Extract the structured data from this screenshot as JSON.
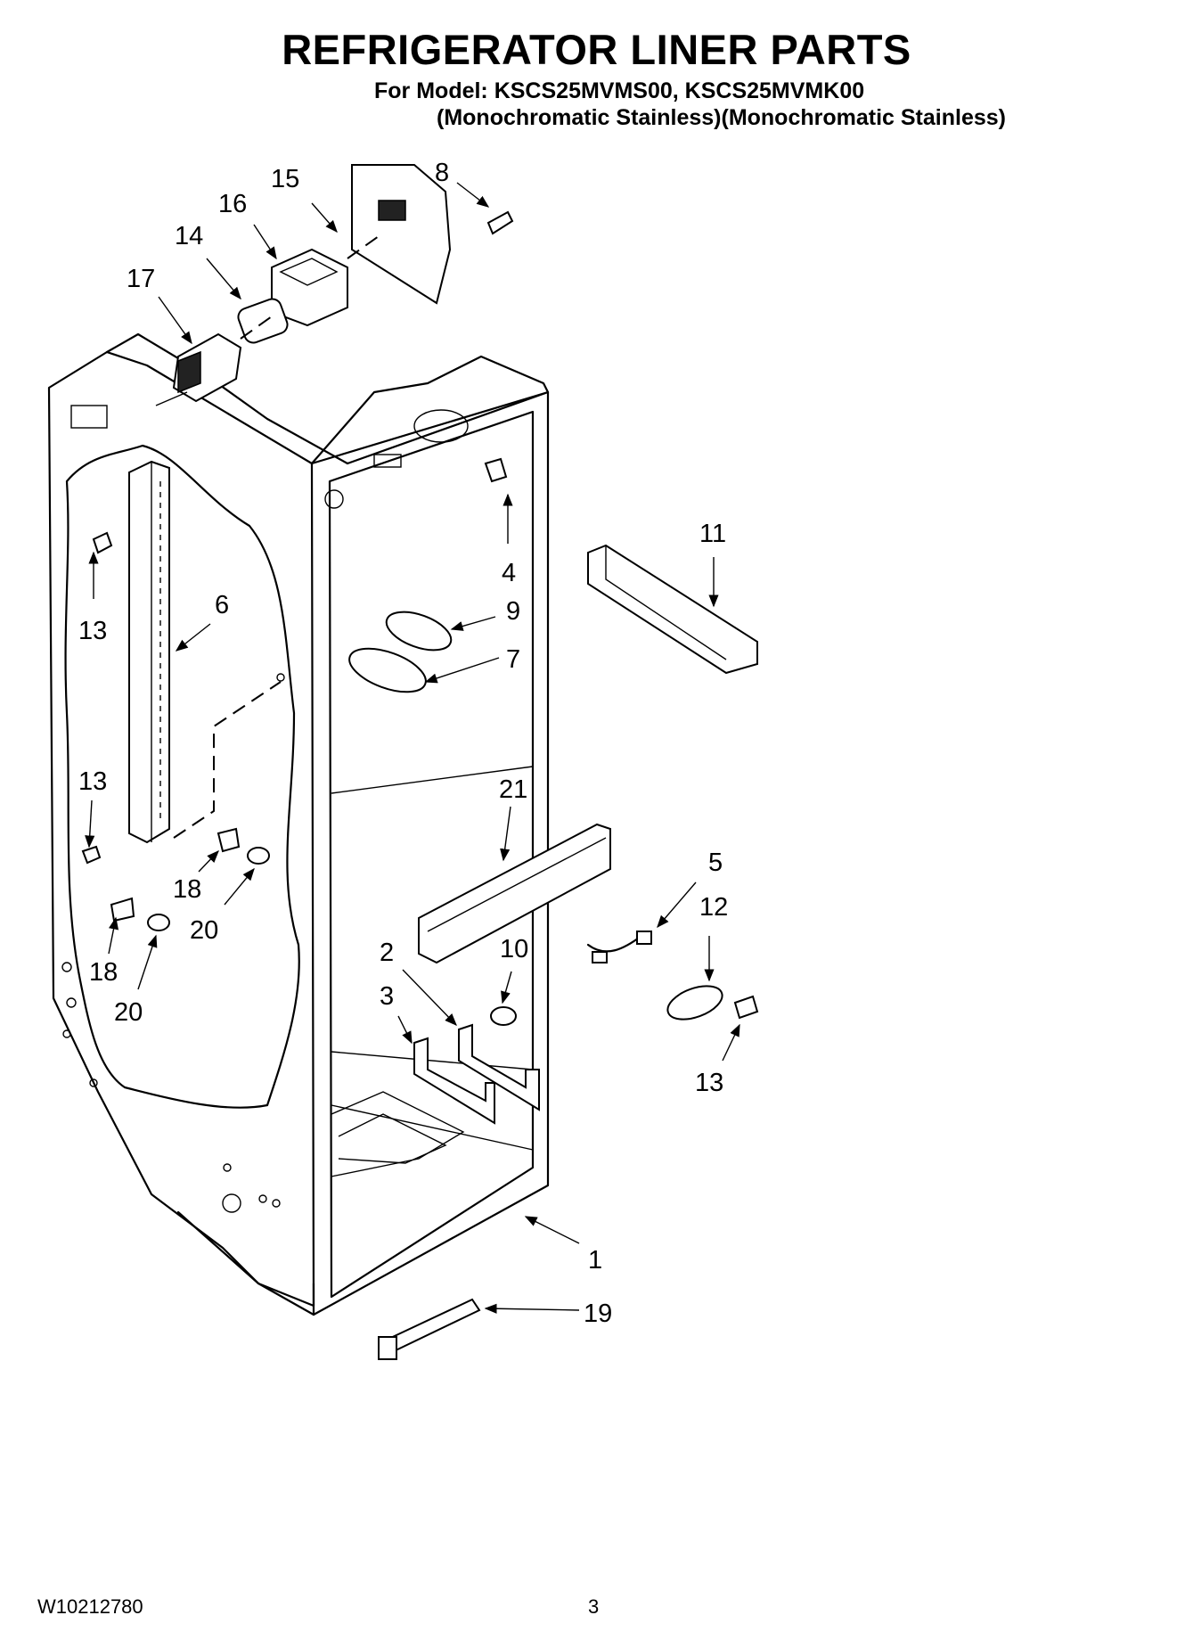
{
  "title": "REFRIGERATOR LINER PARTS",
  "model_line": "For Model: KSCS25MVMS00, KSCS25MVMK00",
  "variant_line": "(Monochromatic Stainless)(Monochromatic Stainless)",
  "footer": {
    "doc_number": "W10212780",
    "page_number": "3"
  },
  "callouts": [
    "8",
    "15",
    "16",
    "14",
    "17",
    "11",
    "4",
    "9",
    "7",
    "6",
    "13",
    "13",
    "21",
    "5",
    "12",
    "18",
    "20",
    "18",
    "20",
    "2",
    "10",
    "3",
    "13",
    "1",
    "19"
  ]
}
